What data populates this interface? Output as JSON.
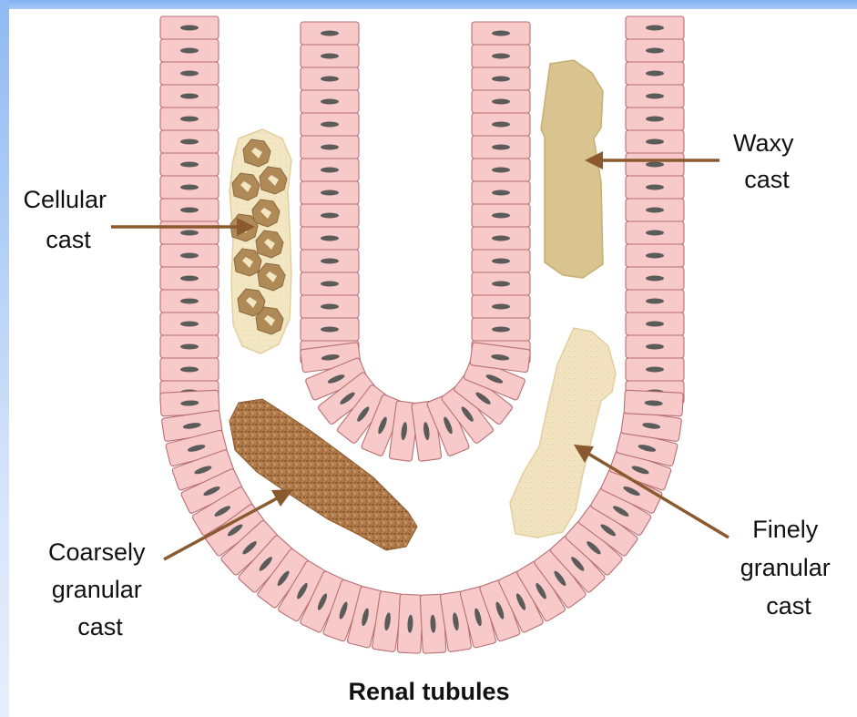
{
  "diagram": {
    "title": "Renal tubules",
    "labels": {
      "cellular": [
        "Cellular",
        "cast"
      ],
      "waxy": [
        "Waxy",
        "cast"
      ],
      "coarse": [
        "Coarsely",
        "granular",
        "cast"
      ],
      "fine": [
        "Finely",
        "granular",
        "cast"
      ]
    },
    "colors": {
      "cell_fill": "#f7c9c9",
      "cell_stroke": "#b96f73",
      "nucleus": "#5b5b5b",
      "arrow": "#8a5a2e",
      "waxy_cast": "#d9c48f",
      "coarse_cast": "#b07a4a",
      "fine_cast": "#f1e3bf",
      "cellular_cast": "#f3e6c2"
    }
  }
}
